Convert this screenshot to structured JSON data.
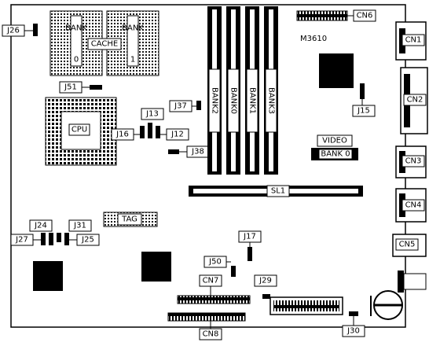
{
  "board": {
    "model": "M3610",
    "labels": {
      "j26": "J26",
      "cache": "CACHE",
      "bank": "BANK",
      "bank0_left": "0",
      "bank1_left": "1",
      "j51": "J51",
      "cpu": "CPU",
      "j37": "J37",
      "j13": "J13",
      "j16": "J16",
      "j12": "J12",
      "j38": "J38",
      "j15": "J15",
      "video": "VIDEO",
      "video_bank0": "BANK 0",
      "sl1": "SL1",
      "tag": "TAG",
      "j24": "J24",
      "j31": "J31",
      "j27": "J27",
      "j25": "J25",
      "j17": "J17",
      "j50": "J50",
      "cn7": "CN7",
      "cn8": "CN8",
      "j29": "J29",
      "j30": "J30",
      "cn6": "CN6",
      "cn1": "CN1",
      "cn2": "CN2",
      "cn3": "CN3",
      "cn4": "CN4",
      "cn5": "CN5"
    },
    "simm_banks": [
      "BANK2",
      "BANK0",
      "BANK1",
      "BANK3"
    ]
  }
}
